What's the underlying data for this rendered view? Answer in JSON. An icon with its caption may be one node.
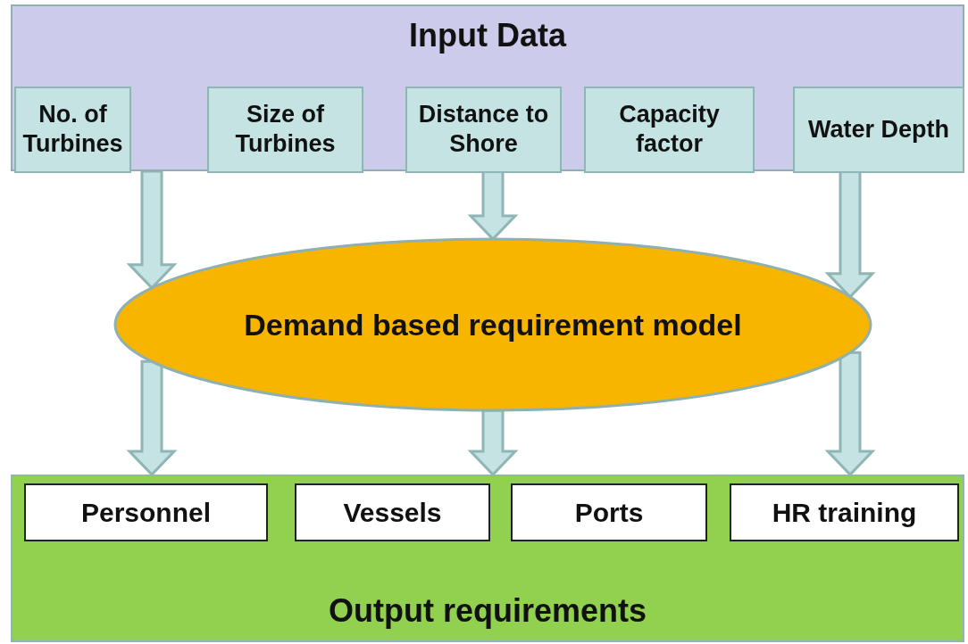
{
  "diagram": {
    "nodes": [
      {
        "text": [
          "Input Data"
        ]
      },
      {
        "text": [
          "No. of Turbines"
        ],
        "in": 0
      },
      {
        "text": [
          "Size of Turbines"
        ],
        "in": 0
      },
      {
        "text": [
          "Distance to Shore"
        ],
        "in": 0
      },
      {
        "text": [
          "Capacity factor"
        ],
        "in": 0
      },
      {
        "text": [
          "Water Depth"
        ],
        "in": 0
      },
      {
        "text": [
          "Demand based requirement model"
        ]
      },
      {
        "text": [
          "Output requirements"
        ]
      },
      {
        "text": [
          "Personnel"
        ],
        "in": 7
      },
      {
        "text": [
          "Vessels"
        ],
        "in": 7
      },
      {
        "text": [
          "Ports"
        ],
        "in": 7
      },
      {
        "text": [
          "HR training"
        ],
        "in": 7
      }
    ],
    "edges": [
      {
        "from": 1,
        "to": 6,
        "arrow": "to"
      },
      {
        "from": 3,
        "to": 6,
        "arrow": "to"
      },
      {
        "from": 5,
        "to": 6,
        "arrow": "to"
      },
      {
        "from": 6,
        "to": 7,
        "arrow": "to"
      },
      {
        "from": 6,
        "to": 7,
        "arrow": "to"
      },
      {
        "from": 6,
        "to": 7,
        "arrow": "to"
      }
    ]
  }
}
